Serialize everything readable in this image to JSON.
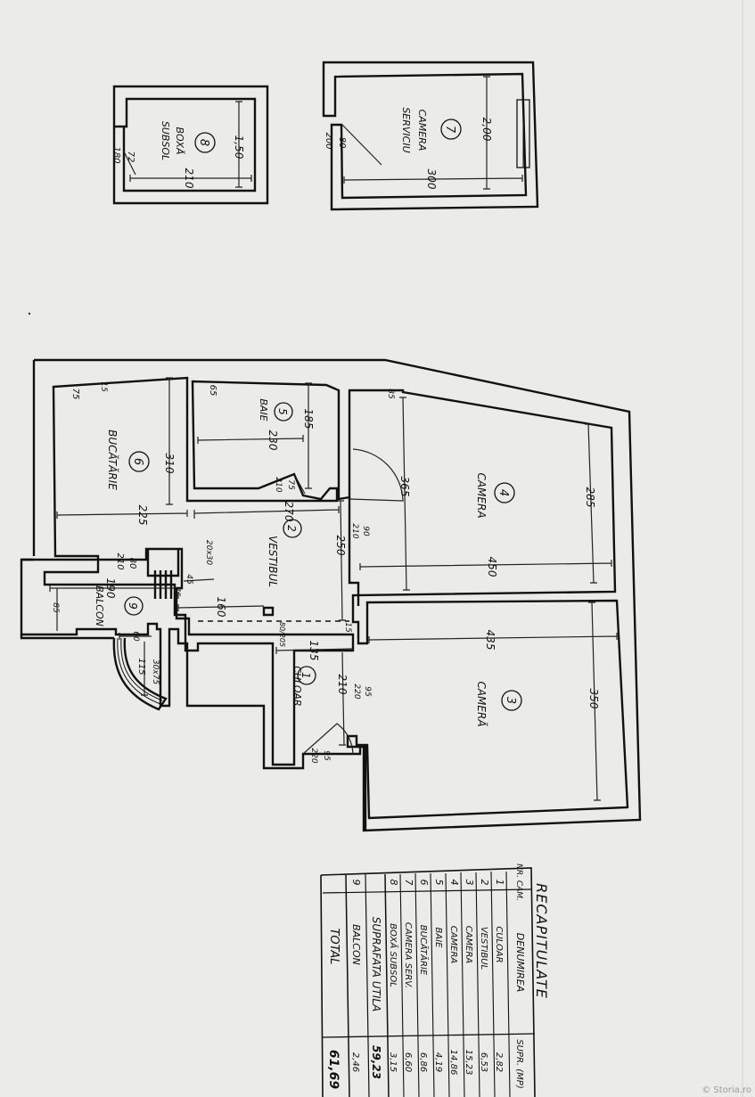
{
  "rooms": {
    "r1": {
      "num": "1",
      "name": "CULOAR"
    },
    "r2": {
      "num": "2",
      "name": "VESTIBUL"
    },
    "r3": {
      "num": "3",
      "name": "CAMERĂ"
    },
    "r4": {
      "num": "4",
      "name": "CAMERA"
    },
    "r5": {
      "num": "5",
      "name": "BAIE"
    },
    "r6": {
      "num": "6",
      "name": "BUCĂTĂRIE"
    },
    "r7": {
      "num": "7",
      "name_line1": "CAMERA",
      "name_line2": "SERVICIU"
    },
    "r8": {
      "num": "8",
      "name_line1": "BOXĂ",
      "name_line2": "SUBSOL"
    },
    "r9": {
      "num": "9",
      "name": "BALCON"
    }
  },
  "dimensions": {
    "r7_w": "300",
    "r7_h": "2,00",
    "r7_door_a": "80",
    "r7_door_b": "200",
    "r8_w": "210",
    "r8_h": "1,50",
    "r8_door_a": "72",
    "r8_door_b": "180",
    "r6_h": "310",
    "r6_w": "225",
    "r6_c1": "75",
    "r6_c2": "15",
    "r5_w": "230",
    "r5_h": "185",
    "r5_c": "65",
    "r5_door_a": "75",
    "r5_door_b": "210",
    "r4_w": "450",
    "r4_h1": "365",
    "r4_h2": "285",
    "r4_c": "85",
    "r3_w": "435",
    "r3_h": "350",
    "v_w": "270",
    "v_h": "250",
    "v_d1_a": "90",
    "v_d1_b": "210",
    "v_k_a": "80",
    "v_k_b": "210",
    "v_step": "20x30",
    "v_45": "45",
    "v_75": "75",
    "v_160": "160",
    "v_arch": "80/205",
    "v_15": "15",
    "c_w": "135",
    "c_h": "210",
    "c_d_a": "95",
    "c_d_b": "220",
    "c_d2_a": "95",
    "c_d2_b": "220",
    "b_w": "190",
    "b_h": "85",
    "b_60": "60",
    "b_115": "115",
    "b_win": "30x75"
  },
  "table": {
    "title": "RECAPITULATE",
    "headers": [
      "NR. CAM.",
      "DENUMIREA",
      "SUPR. (MP)"
    ],
    "rows": [
      {
        "nr": "1",
        "name": "CULOAR",
        "area": "2,82"
      },
      {
        "nr": "2",
        "name": "VESTIBUL",
        "area": "6,53"
      },
      {
        "nr": "3",
        "name": "CAMERA",
        "area": "15,23"
      },
      {
        "nr": "4",
        "name": "CAMERA",
        "area": "14,86"
      },
      {
        "nr": "5",
        "name": "BAIE",
        "area": "4,19"
      },
      {
        "nr": "6",
        "name": "BUCĂTĂRIE",
        "area": "6,86"
      },
      {
        "nr": "7",
        "name": "CAMERA SERV.",
        "area": "6,60"
      },
      {
        "nr": "8",
        "name": "BOXĂ SUBSOL",
        "area": "3,15"
      }
    ],
    "subtotal_label": "SUPRAFATA UTILA",
    "subtotal_value": "59,23",
    "extra_row": {
      "nr": "9",
      "name": "BALCON",
      "area": "2,46"
    },
    "total_label": "TOTAL",
    "total_value": "61,69"
  },
  "credit": "© Storia.ro"
}
